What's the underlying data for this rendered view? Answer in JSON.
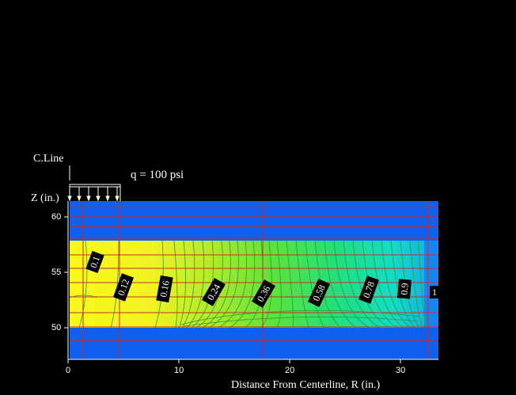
{
  "diagram": {
    "centerline_label": "C.Line",
    "load_label": "q = 100 psi",
    "y_axis_label": "Z (in.)",
    "x_axis_label": "Distance From Centerline, R (in.)",
    "x_ticks": [
      "0",
      "10",
      "20",
      "30"
    ],
    "y_ticks": [
      "60",
      "55",
      "50"
    ],
    "contour_labels": [
      "0.1",
      "0.12",
      "0.16",
      "0.24",
      "0.36",
      "0.58",
      "0.78",
      "0.9",
      "1"
    ],
    "colors": {
      "background": "#000000",
      "layer_blue": "#1060f0",
      "grid_red": "#cc2a2a",
      "field_yellow": "#f4f41c",
      "field_cyan": "#10e0e8",
      "contour_line": "#3aa83a"
    }
  }
}
